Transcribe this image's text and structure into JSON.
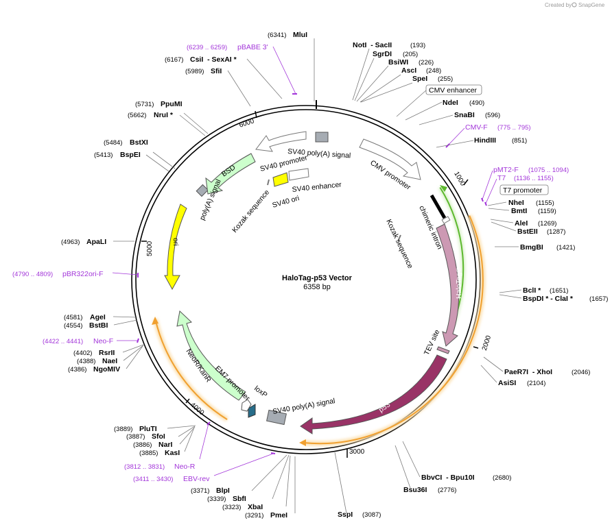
{
  "credit": {
    "text": "Created by",
    "brand": "SnapGene"
  },
  "plasmid": {
    "name": "HaloTag-p53 Vector",
    "length_label": "6358 bp",
    "length": 6358
  },
  "ruler_ticks": [
    {
      "label": "1000"
    },
    {
      "label": "2000"
    },
    {
      "label": "3000"
    },
    {
      "label": "4000"
    },
    {
      "label": "5000"
    },
    {
      "label": "6000"
    }
  ],
  "sites": [
    {
      "name": "MluI",
      "pos": "(6341)"
    },
    {
      "name": "NotI  - SacII",
      "pos": "(193)"
    },
    {
      "name": "SgrDI",
      "pos": "(205)"
    },
    {
      "name": "BsiWI",
      "pos": "(226)"
    },
    {
      "name": "AscI",
      "pos": "(248)"
    },
    {
      "name": "SpeI",
      "pos": "(255)"
    },
    {
      "name": "NdeI",
      "pos": "(490)"
    },
    {
      "name": "SnaBI",
      "pos": "(596)"
    },
    {
      "name": "HindIII",
      "pos": "(851)"
    },
    {
      "name": "NheI",
      "pos": "(1155)"
    },
    {
      "name": "BmtI",
      "pos": "(1159)"
    },
    {
      "name": "AleI",
      "pos": "(1269)"
    },
    {
      "name": "BstEII",
      "pos": "(1287)"
    },
    {
      "name": "BmgBI",
      "pos": "(1421)"
    },
    {
      "name": "BclI *",
      "pos": "(1651)"
    },
    {
      "name": "BspDI * - ClaI *",
      "pos": "(1657)"
    },
    {
      "name": "PaeR7I  - XhoI",
      "pos": "(2046)"
    },
    {
      "name": "AsiSI",
      "pos": "(2104)"
    },
    {
      "name": "BbvCI  - Bpu10I",
      "pos": "(2680)"
    },
    {
      "name": "Bsu36I",
      "pos": "(2776)"
    },
    {
      "name": "SspI",
      "pos": "(3087)"
    },
    {
      "name": "PmeI",
      "pos": "(3291)"
    },
    {
      "name": "XbaI",
      "pos": "(3323)"
    },
    {
      "name": "SbfI",
      "pos": "(3339)"
    },
    {
      "name": "BlpI",
      "pos": "(3371)"
    },
    {
      "name": "KasI",
      "pos": "(3885)"
    },
    {
      "name": "NarI",
      "pos": "(3886)"
    },
    {
      "name": "SfoI",
      "pos": "(3887)"
    },
    {
      "name": "PluTI",
      "pos": "(3889)"
    },
    {
      "name": "NgoMIV",
      "pos": "(4386)"
    },
    {
      "name": "NaeI",
      "pos": "(4388)"
    },
    {
      "name": "RsrII",
      "pos": "(4402)"
    },
    {
      "name": "BstBI",
      "pos": "(4554)"
    },
    {
      "name": "AgeI",
      "pos": "(4581)"
    },
    {
      "name": "ApaLI",
      "pos": "(4963)"
    },
    {
      "name": "BspEI",
      "pos": "(5413)"
    },
    {
      "name": "BstXI",
      "pos": "(5484)"
    },
    {
      "name": "NruI *",
      "pos": "(5662)"
    },
    {
      "name": "PpuMI",
      "pos": "(5731)"
    },
    {
      "name": "SfiI",
      "pos": "(5989)"
    },
    {
      "name": "CsiI  - SexAI *",
      "pos": "(6167)"
    }
  ],
  "primers": [
    {
      "name": "pBABE 3'",
      "pos": "(6239 .. 6259)"
    },
    {
      "name": "CMV-F",
      "pos": "(775 .. 795)"
    },
    {
      "name": "pMT2-F",
      "pos": "(1075 .. 1094)"
    },
    {
      "name": "T7",
      "pos": "(1136 .. 1155)"
    },
    {
      "name": "pBR322ori-F",
      "pos": "(4790 .. 4809)"
    },
    {
      "name": "Neo-F",
      "pos": "(4422 .. 4441)"
    },
    {
      "name": "Neo-R",
      "pos": "(3812 .. 3831)"
    },
    {
      "name": "EBV-rev",
      "pos": "(3411 .. 3430)"
    }
  ],
  "boxed_features": [
    {
      "name": "CMV enhancer"
    },
    {
      "name": "T7 promoter"
    }
  ],
  "features": [
    {
      "name": "CMV promoter",
      "color": "#ffffff"
    },
    {
      "name": "chimeric intron",
      "color": "#ffffff"
    },
    {
      "name": "Kozak sequence",
      "color": "#ffffff"
    },
    {
      "name": "HaloTag®",
      "color": "#cc99b3"
    },
    {
      "name": "TEV site",
      "color": "#cc99b3"
    },
    {
      "name": "p53",
      "color": "#993366"
    },
    {
      "name": "SV40 poly(A) signal",
      "color": "#a6acb3"
    },
    {
      "name": "loxP",
      "color": "#276d8a"
    },
    {
      "name": "EM7 promoter",
      "color": "#ffffff"
    },
    {
      "name": "NeoR/KanR",
      "color": "#ccffcc"
    },
    {
      "name": "ori",
      "color": "#ffff00"
    },
    {
      "name": "poly(A) signal",
      "color": "#a6acb3"
    },
    {
      "name": "BSD",
      "color": "#ccffcc"
    },
    {
      "name": "SV40 promoter",
      "color": "#ffffff"
    },
    {
      "name": "SV40 poly(A) signal",
      "color": "#a6acb3"
    },
    {
      "name": "SV40 enhancer",
      "color": "#ffff00"
    },
    {
      "name": "SV40 ori",
      "color": "#ffff00"
    },
    {
      "name": "Kozak sequence",
      "color": "#ffffff"
    }
  ],
  "colors": {
    "orf": "#f0a030",
    "orf_glow": "#fbe0b0",
    "green_orf": "#5cb82e",
    "primer": "#a235d9"
  }
}
